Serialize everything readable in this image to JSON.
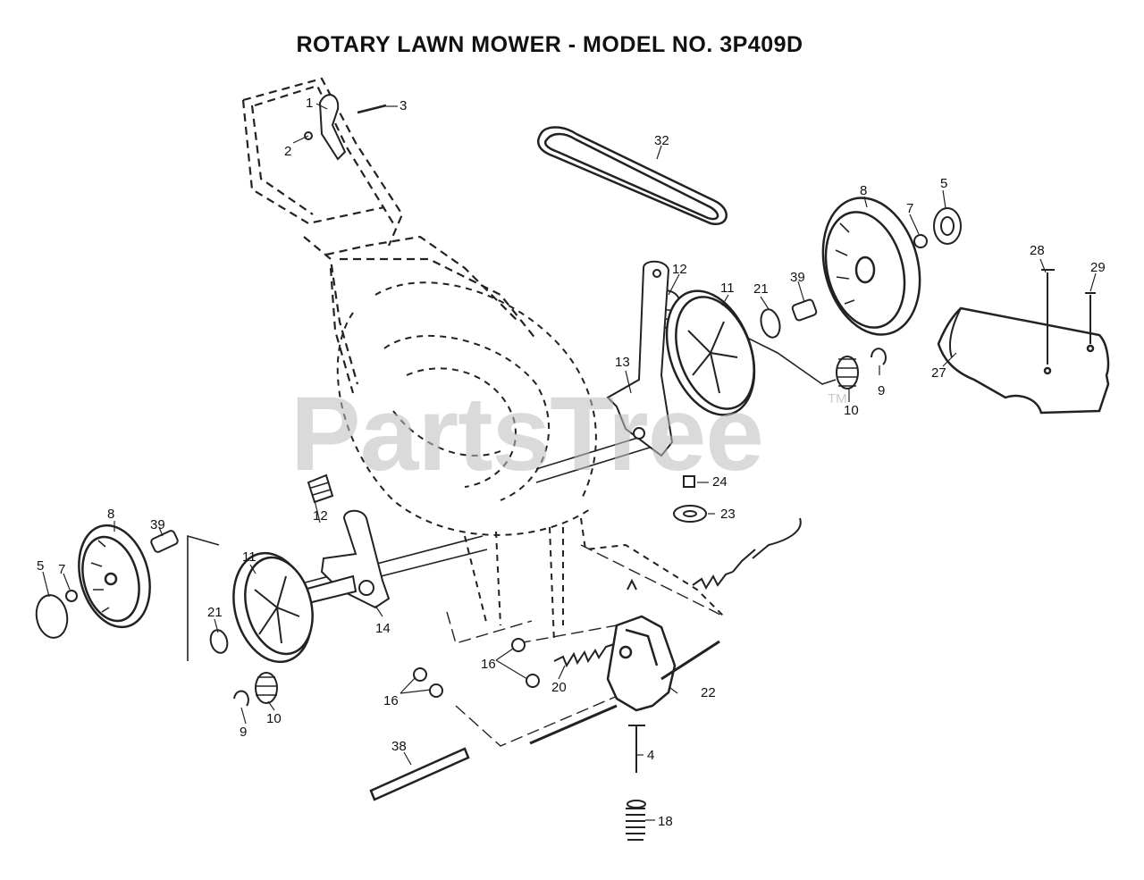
{
  "title": "ROTARY LAWN MOWER - MODEL NO.  3P409D",
  "watermark": "PartsTree",
  "watermark_mark": "TM",
  "callouts": {
    "c1": "1",
    "c2": "2",
    "c3": "3",
    "c4": "4",
    "c5a": "5",
    "c5b": "5",
    "c7a": "7",
    "c7b": "7",
    "c8a": "8",
    "c8b": "8",
    "c9a": "9",
    "c9b": "9",
    "c10a": "10",
    "c10b": "10",
    "c11a": "11",
    "c11b": "11",
    "c12a": "12",
    "c12b": "12",
    "c13": "13",
    "c14": "14",
    "c16a": "16",
    "c16b": "16",
    "c18": "18",
    "c20": "20",
    "c21a": "21",
    "c21b": "21",
    "c22": "22",
    "c23": "23",
    "c24": "24",
    "c27": "27",
    "c28": "28",
    "c29": "29",
    "c32": "32",
    "c38": "38",
    "c39a": "39",
    "c39b": "39"
  }
}
